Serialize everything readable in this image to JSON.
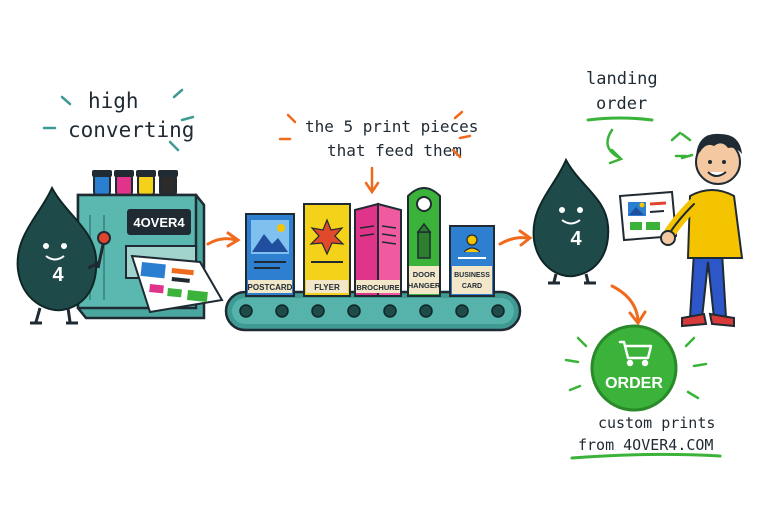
{
  "captions": {
    "high": "high",
    "converting": "converting",
    "pieces_line1": "the 5 print pieces",
    "pieces_line2": "that feed them",
    "landing": "landing",
    "order": "order",
    "custom_prints": "custom prints",
    "from_site": "from 4OVER4.COM"
  },
  "press": {
    "brand": "4OVER4",
    "mascot_number": "4"
  },
  "products": [
    {
      "line1": "POSTCARD",
      "line2": ""
    },
    {
      "line1": "FLYER",
      "line2": ""
    },
    {
      "line1": "BROCHURE",
      "line2": ""
    },
    {
      "line1": "DOOR",
      "line2": "HANGER"
    },
    {
      "line1": "BUSINESS",
      "line2": "CARD"
    }
  ],
  "customer": {
    "mascot_number": "4"
  },
  "order_button": {
    "label": "ORDER"
  },
  "colors": {
    "ink": "#1f4a4a",
    "green": "#3bb33a",
    "orange": "#f06a1e",
    "teal": "#3e9a93",
    "yellow": "#f5c400",
    "blue": "#1f5fb8"
  }
}
